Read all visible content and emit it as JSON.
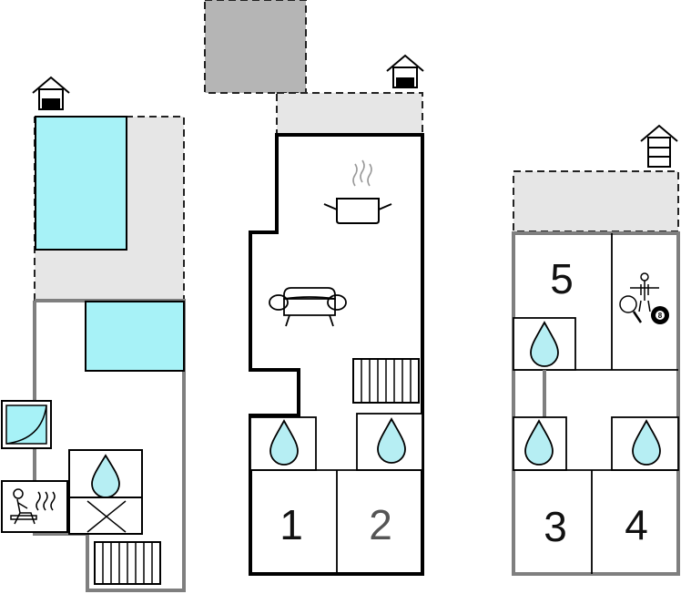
{
  "plan": {
    "colors": {
      "pool": "#a7f2f7",
      "terrace": "#e6e6e6",
      "carport": "#b5b5b5",
      "wall_heavy": "#000000",
      "wall_grey": "#7f7f7f",
      "water": "#b6eef3"
    },
    "rooms": [
      {
        "label": "1"
      },
      {
        "label": "2"
      },
      {
        "label": "3"
      },
      {
        "label": "4"
      },
      {
        "label": "5"
      }
    ],
    "icons": [
      "entrance-house-icon",
      "pool",
      "shower-icon",
      "sauna-icon",
      "bathroom-water-drop-icon",
      "wc-icon",
      "stairs-icon",
      "kitchen-pot-icon",
      "sofa-icon",
      "table-football-icon",
      "table-tennis-icon",
      "billiard-ball-icon"
    ],
    "billiard_ball_label": "8"
  }
}
